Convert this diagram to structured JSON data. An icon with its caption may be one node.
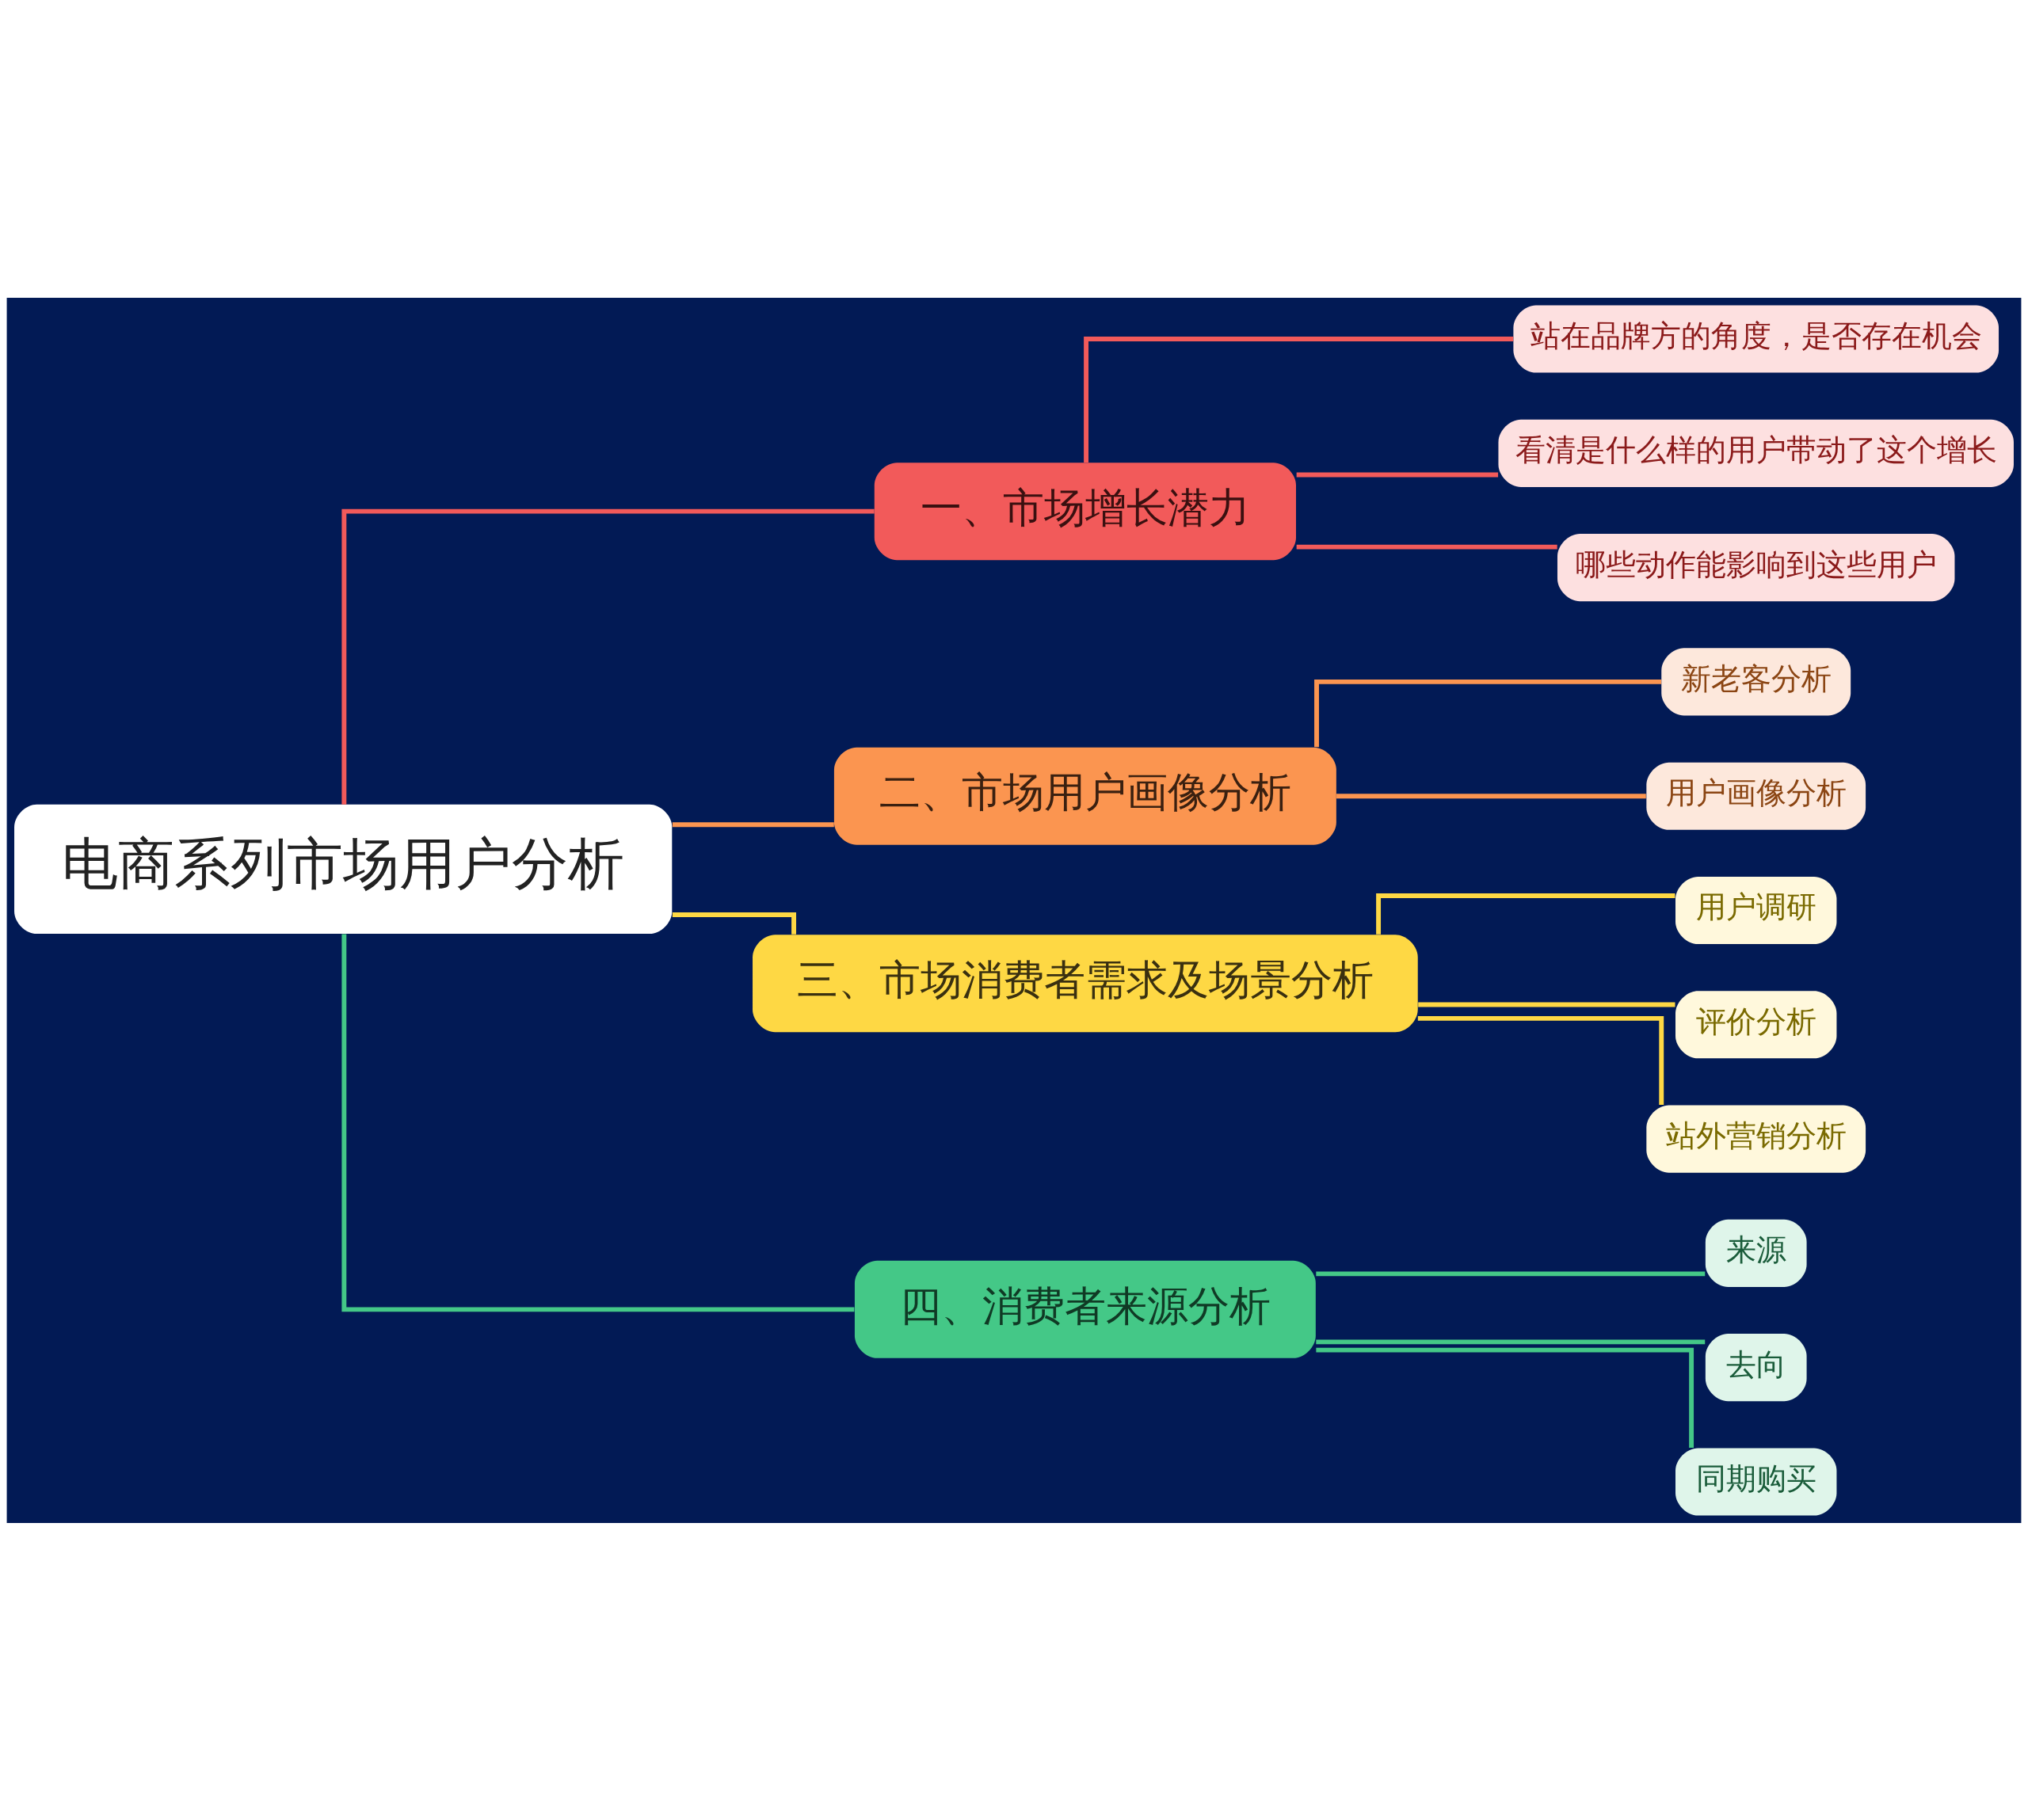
{
  "diagram": {
    "nodes": [
      {
        "text": [
          "电商系列市场用户分析"
        ]
      },
      {
        "text": [
          "一、市场增长潜力"
        ]
      },
      {
        "text": [
          "站在品牌方的角度，是否存在机会"
        ]
      },
      {
        "text": [
          "看清是什么样的用户带动了这个增长"
        ]
      },
      {
        "text": [
          "哪些动作能影响到这些用户"
        ]
      },
      {
        "text": [
          "二、市场用户画像分析"
        ]
      },
      {
        "text": [
          "新老客分析"
        ]
      },
      {
        "text": [
          "用户画像分析"
        ]
      },
      {
        "text": [
          "三、市场消费者需求及场景分析"
        ]
      },
      {
        "text": [
          "用户调研"
        ]
      },
      {
        "text": [
          "评价分析"
        ]
      },
      {
        "text": [
          "站外营销分析"
        ]
      },
      {
        "text": [
          "四、消费者来源分析"
        ]
      },
      {
        "text": [
          "来源"
        ]
      },
      {
        "text": [
          "去向"
        ]
      },
      {
        "text": [
          "同期购买"
        ]
      }
    ],
    "edges": [
      {
        "from": 0,
        "to": 1,
        "arrow": "none",
        "color": "#f25a5a"
      },
      {
        "from": 1,
        "to": 2,
        "arrow": "none",
        "color": "#f25a5a"
      },
      {
        "from": 1,
        "to": 3,
        "arrow": "none",
        "color": "#f25a5a"
      },
      {
        "from": 1,
        "to": 4,
        "arrow": "none",
        "color": "#f25a5a"
      },
      {
        "from": 0,
        "to": 5,
        "arrow": "none",
        "color": "#fb9550"
      },
      {
        "from": 5,
        "to": 6,
        "arrow": "none",
        "color": "#fb9550"
      },
      {
        "from": 5,
        "to": 7,
        "arrow": "none",
        "color": "#fb9550"
      },
      {
        "from": 0,
        "to": 8,
        "arrow": "none",
        "color": "#fed844"
      },
      {
        "from": 8,
        "to": 9,
        "arrow": "none",
        "color": "#fed844"
      },
      {
        "from": 8,
        "to": 10,
        "arrow": "none",
        "color": "#fed844"
      },
      {
        "from": 8,
        "to": 11,
        "arrow": "none",
        "color": "#fed844"
      },
      {
        "from": 0,
        "to": 12,
        "arrow": "none",
        "color": "#44c887"
      },
      {
        "from": 12,
        "to": 13,
        "arrow": "none",
        "color": "#44c887"
      },
      {
        "from": 12,
        "to": 14,
        "arrow": "none",
        "color": "#44c887"
      },
      {
        "from": 12,
        "to": 15,
        "arrow": "none",
        "color": "#44c887"
      }
    ]
  }
}
